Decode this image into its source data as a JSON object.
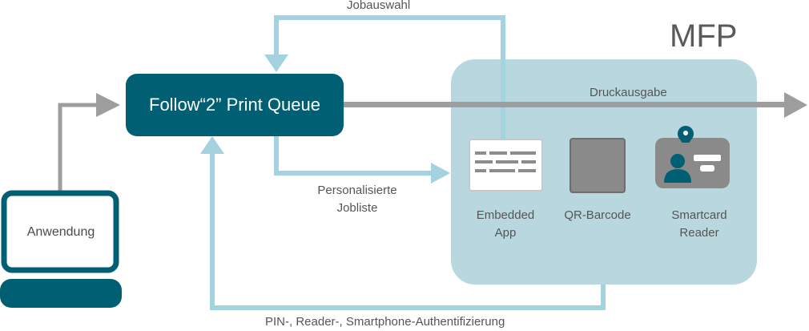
{
  "colors": {
    "teal": "#005f73",
    "mfp_fill": "#b8d7df",
    "light_arrow": "#a4d3df",
    "gray_arrow": "#9e9e9e"
  },
  "mfp": {
    "title": "MFP"
  },
  "queue": {
    "label": "Follow“2” Print Queue"
  },
  "flows": {
    "jobauswahl": "Jobauswahl",
    "druckausgabe": "Druckausgabe",
    "jobliste_line1": "Personalisierte",
    "jobliste_line2": "Jobliste",
    "auth": "PIN-, Reader-, Smartphone-Authentifizierung"
  },
  "computer": {
    "label": "Anwendung"
  },
  "devices": [
    {
      "icon": "embedded-app-icon",
      "line1": "Embedded",
      "line2": "App"
    },
    {
      "icon": "qr-barcode-icon",
      "line1": "QR-Barcode",
      "line2": ""
    },
    {
      "icon": "smartcard-reader-icon",
      "line1": "Smartcard",
      "line2": "Reader"
    }
  ]
}
